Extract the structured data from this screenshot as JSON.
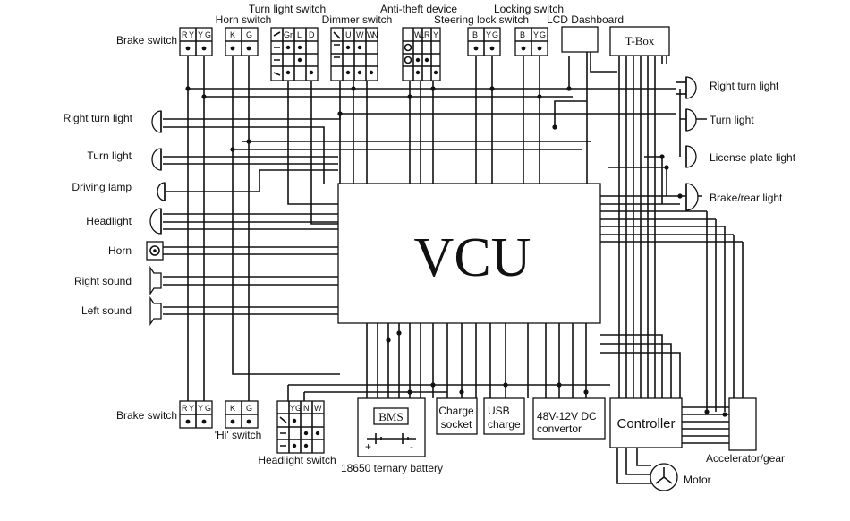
{
  "vcu": {
    "label": "VCU"
  },
  "top_labels": {
    "brake_switch": "Brake switch",
    "horn_switch": "Horn switch",
    "turn_light_switch": "Turn light switch",
    "dimmer_switch": "Dimmer switch",
    "anti_theft_device": "Anti-theft device",
    "steering_lock_switch": "Steering lock switch",
    "locking_switch": "Locking switch",
    "lcd_dashboard": "LCD Dashboard",
    "t_box": "T-Box"
  },
  "connector_cells": {
    "brake_top": [
      "R",
      "Y",
      "Y",
      "G"
    ],
    "horn": [
      "K",
      "G"
    ],
    "turn_light": [
      "Gr",
      "L",
      "D"
    ],
    "dimmer": [
      "U",
      "W",
      "W",
      "N"
    ],
    "anti_theft": [
      "W",
      "L",
      "R",
      "Y"
    ],
    "steering_lock": [
      "B",
      "Y",
      "G"
    ],
    "locking": [
      "B",
      "Y",
      "G"
    ],
    "brake_bottom": [
      "R",
      "Y",
      "Y",
      "G"
    ],
    "hi_switch": [
      "K",
      "G"
    ],
    "headlight_switch": [
      "Y",
      "G",
      "N",
      "W"
    ]
  },
  "left_labels": {
    "right_turn_light": "Right turn light",
    "turn_light": "Turn light",
    "driving_lamp": "Driving lamp",
    "headlight": "Headlight",
    "horn": "Horn",
    "right_sound": "Right sound",
    "left_sound": "Left sound"
  },
  "right_labels": {
    "right_turn_light": "Right turn light",
    "turn_light": "Turn light",
    "license_plate_light": "License plate light",
    "brake_rear_light": "Brake/rear light"
  },
  "bottom_labels": {
    "brake_switch": "Brake switch",
    "hi_switch": "'Hi' switch",
    "headlight_switch": "Headlight switch",
    "battery": "18650 ternary battery",
    "bms": "BMS",
    "charge_socket_1": "Charge",
    "charge_socket_2": "socket",
    "usb_charge_1": "USB",
    "usb_charge_2": "charge",
    "dc_converter_1": "48V-12V DC",
    "dc_converter_2": "convertor",
    "controller": "Controller",
    "accelerator_gear": "Accelerator/gear",
    "motor": "Motor"
  }
}
